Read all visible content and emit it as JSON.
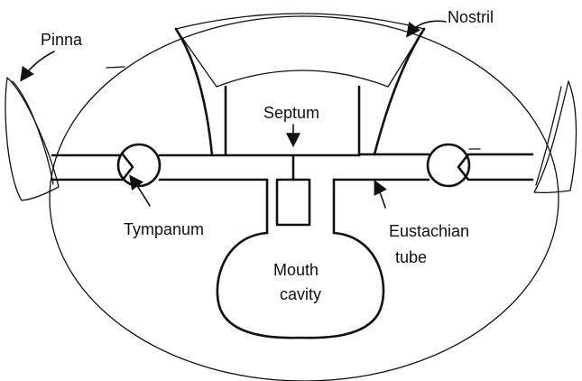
{
  "diagram": {
    "labels": {
      "pinna": "Pinna",
      "nostril": "Nostril",
      "septum": "Septum",
      "tympanum": "Tympanum",
      "eustachian_line1": "Eustachian",
      "eustachian_line2": "tube",
      "mouth_line1": "Mouth",
      "mouth_line2": "cavity"
    },
    "colors": {
      "ink": "#111111",
      "paper": "#ffffff"
    }
  }
}
